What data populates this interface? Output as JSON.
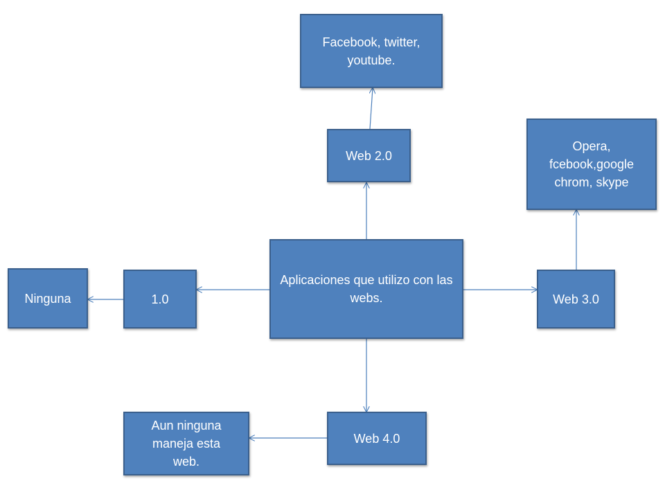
{
  "diagram": {
    "center": "Aplicaciones que utilizo con las webs.",
    "web20": "Web 2.0",
    "web20_apps": "Facebook, twitter, youtube.",
    "web30": "Web 3.0",
    "web30_apps": "Opera, fcebook,google chrom, skype",
    "web10": "1.0",
    "web10_apps": "Ninguna",
    "web40": "Web 4.0",
    "web40_apps": "Aun ninguna maneja esta web."
  },
  "colors": {
    "box_fill": "#4f81bd",
    "box_border": "#3a5f8c",
    "connector": "#4a7ebb",
    "text": "#ffffff"
  }
}
